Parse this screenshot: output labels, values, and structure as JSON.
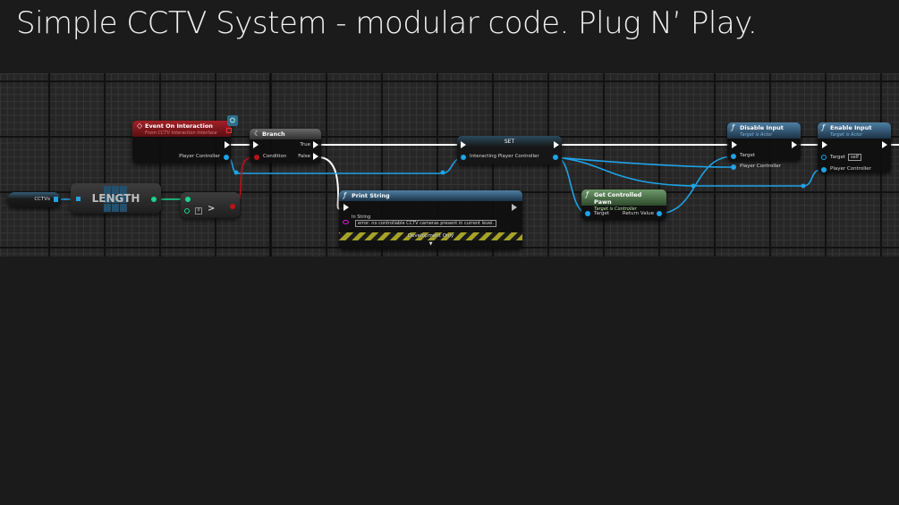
{
  "header": {
    "title": "Simple CCTV System - modular code. Plug N’ Play."
  },
  "graph": {
    "nodes": {
      "event": {
        "title": "Event On Interaction",
        "subtitle": "From CCTV Interaction Interface",
        "icon": "event-diamond-icon",
        "pins": {
          "player_controller": "Player Controller"
        }
      },
      "branch": {
        "title": "Branch",
        "icon": "branch-icon",
        "pins": {
          "condition": "Condition",
          "true": "True",
          "false": "False"
        }
      },
      "cctvs_var": {
        "label": "CCTVs"
      },
      "length": {
        "label": "LENGTH"
      },
      "greater": {
        "operator": ">",
        "value": "0"
      },
      "print_string": {
        "title": "Print String",
        "icon": "function-icon",
        "pins": {
          "in_string": "In String"
        },
        "in_string_value": "error: no controllable CCTV cameras present in current level.",
        "footer": "Development Only",
        "expand_glyph": "▼"
      },
      "set": {
        "title": "SET",
        "pins": {
          "var": "Interacting Player Controller"
        }
      },
      "get_pawn": {
        "title": "Get Controlled Pawn",
        "subtitle": "Target is Controller",
        "icon": "function-icon",
        "pins": {
          "target": "Target",
          "return": "Return Value"
        }
      },
      "disable_input": {
        "title": "Disable Input",
        "subtitle": "Target is Actor",
        "icon": "function-icon",
        "pins": {
          "target": "Target",
          "player_controller": "Player Controller"
        }
      },
      "enable_input": {
        "title": "Enable Input",
        "subtitle": "Target is Actor",
        "icon": "function-icon",
        "pins": {
          "target": "Target",
          "target_default": "self",
          "player_controller": "Player Controller"
        }
      }
    },
    "colors": {
      "exec": "#ffffff",
      "object": "#1fa3e6",
      "bool": "#c01018",
      "int": "#1bd38f",
      "string": "#d11bd1"
    }
  }
}
